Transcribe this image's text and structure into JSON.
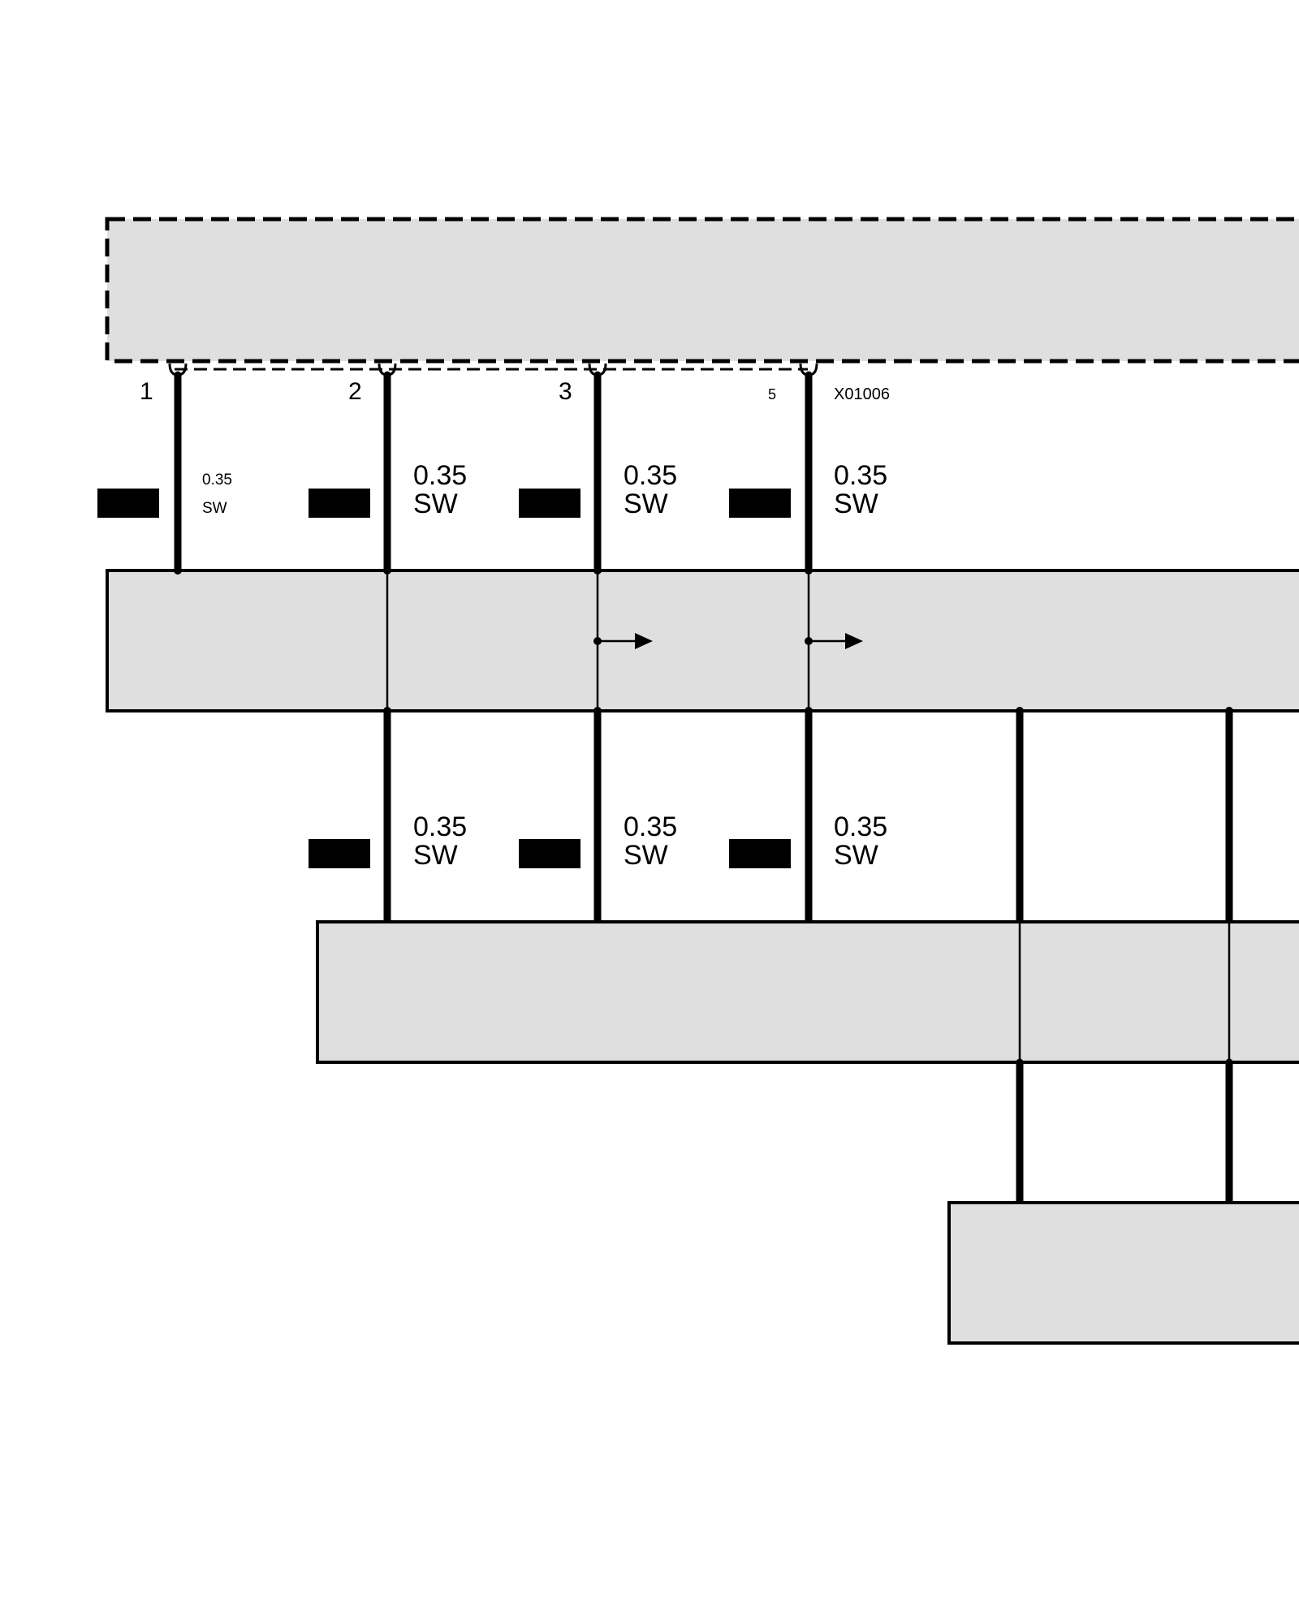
{
  "connector": {
    "id": "X01006",
    "pins": [
      "1",
      "2",
      "3",
      "5"
    ]
  },
  "wires_upper": [
    {
      "size": "0.35",
      "color": "SW"
    },
    {
      "size": "0.35",
      "color": "SW"
    },
    {
      "size": "0.35",
      "color": "SW"
    },
    {
      "size": "0.35",
      "color": "SW"
    }
  ],
  "wires_lower": [
    {
      "size": "0.35",
      "color": "SW"
    },
    {
      "size": "0.35",
      "color": "SW"
    },
    {
      "size": "0.35",
      "color": "SW"
    }
  ],
  "colors": {
    "component_fill": "#dfdfdf",
    "line": "#000000",
    "background": "#ffffff"
  }
}
